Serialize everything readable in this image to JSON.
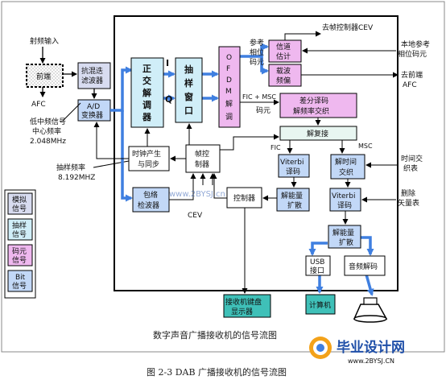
{
  "colors": {
    "analog": "#d8dcf0",
    "sampled": "#d0eef8",
    "symbol": "#efb8ef",
    "bit": "#c2d8f7",
    "mint": "#e8f6f1",
    "teal": "#3fc0b8",
    "blue_line": "#3f7fe0",
    "watermark": "#1f4fa8"
  },
  "blocks": {
    "front_end": "前端",
    "antialias": [
      "抗混迭",
      "滤波器"
    ],
    "adc": [
      "A/D",
      "变换器"
    ],
    "orth_demod": [
      "正",
      "交",
      "解",
      "调",
      "器"
    ],
    "sample_window": [
      "抽",
      "样",
      "窗",
      "口"
    ],
    "ofdm_demod": [
      "O",
      "F",
      "D",
      "M",
      "解",
      "调"
    ],
    "channel_est": [
      "信道",
      "估计"
    ],
    "carrier_freq": [
      "载波",
      "频偏"
    ],
    "diff_decode": [
      "差分译码",
      "解频率交织"
    ],
    "demux": "解复接",
    "clock_sync": [
      "时钟产生",
      "与同步"
    ],
    "frame_ctrl": [
      "帧控",
      "制器"
    ],
    "envelope_det": [
      "包络",
      "检波器"
    ],
    "viterbi1": [
      "Viterbi",
      "译码"
    ],
    "time_deint": [
      "解时间",
      "交织"
    ],
    "controller": "控制器",
    "energy_despread1": [
      "解能量",
      "扩散"
    ],
    "viterbi2": [
      "Viterbi",
      "译码"
    ],
    "energy_despread2": [
      "解能量",
      "扩散"
    ],
    "usb": [
      "USB",
      "接口"
    ],
    "audio_decode": "音频解码",
    "keyboard_display": [
      "接收机键盘",
      "显示器"
    ],
    "computer": "计算机"
  },
  "labels": {
    "rf_input": "射频输入",
    "afc_left": "AFC",
    "if_freq": [
      "低中频信号",
      "中心频率",
      "2.048MHz"
    ],
    "sample_rate": [
      "抽样频率",
      "8.192MHZ"
    ],
    "i_branch": "I",
    "q_branch": "Q",
    "ref_phase": [
      "参考",
      "相位",
      "码元"
    ],
    "to_frame_ctrl_cev": "去帧控制器CEV",
    "local_ref_phase": [
      "本地参考",
      "相位码元"
    ],
    "to_front_afc": [
      "去前端",
      "AFC"
    ],
    "fic_msc": "FIC + MSC",
    "symbol_word": "码元",
    "fic": "FIC",
    "msc": "MSC",
    "time_deint_table": [
      "时间交",
      "织表"
    ],
    "delete_vector_table": [
      "删除",
      "矢量表"
    ],
    "cev": "CEV"
  },
  "legend": {
    "analog": [
      "模拟",
      "信号"
    ],
    "sampled": [
      "抽样",
      "信号"
    ],
    "symbol": [
      "码元",
      "信号"
    ],
    "bit": [
      "Bit",
      "信号"
    ]
  },
  "watermark_mid": "www.2BYSJ.cn",
  "inner_caption": "数字声音广播接收机的信号流图",
  "figure_caption": "图 2-3 DAB 广播接收机的信号流图",
  "logo_title": "毕业设计网",
  "logo_url": "www.2BYSJ.CN"
}
